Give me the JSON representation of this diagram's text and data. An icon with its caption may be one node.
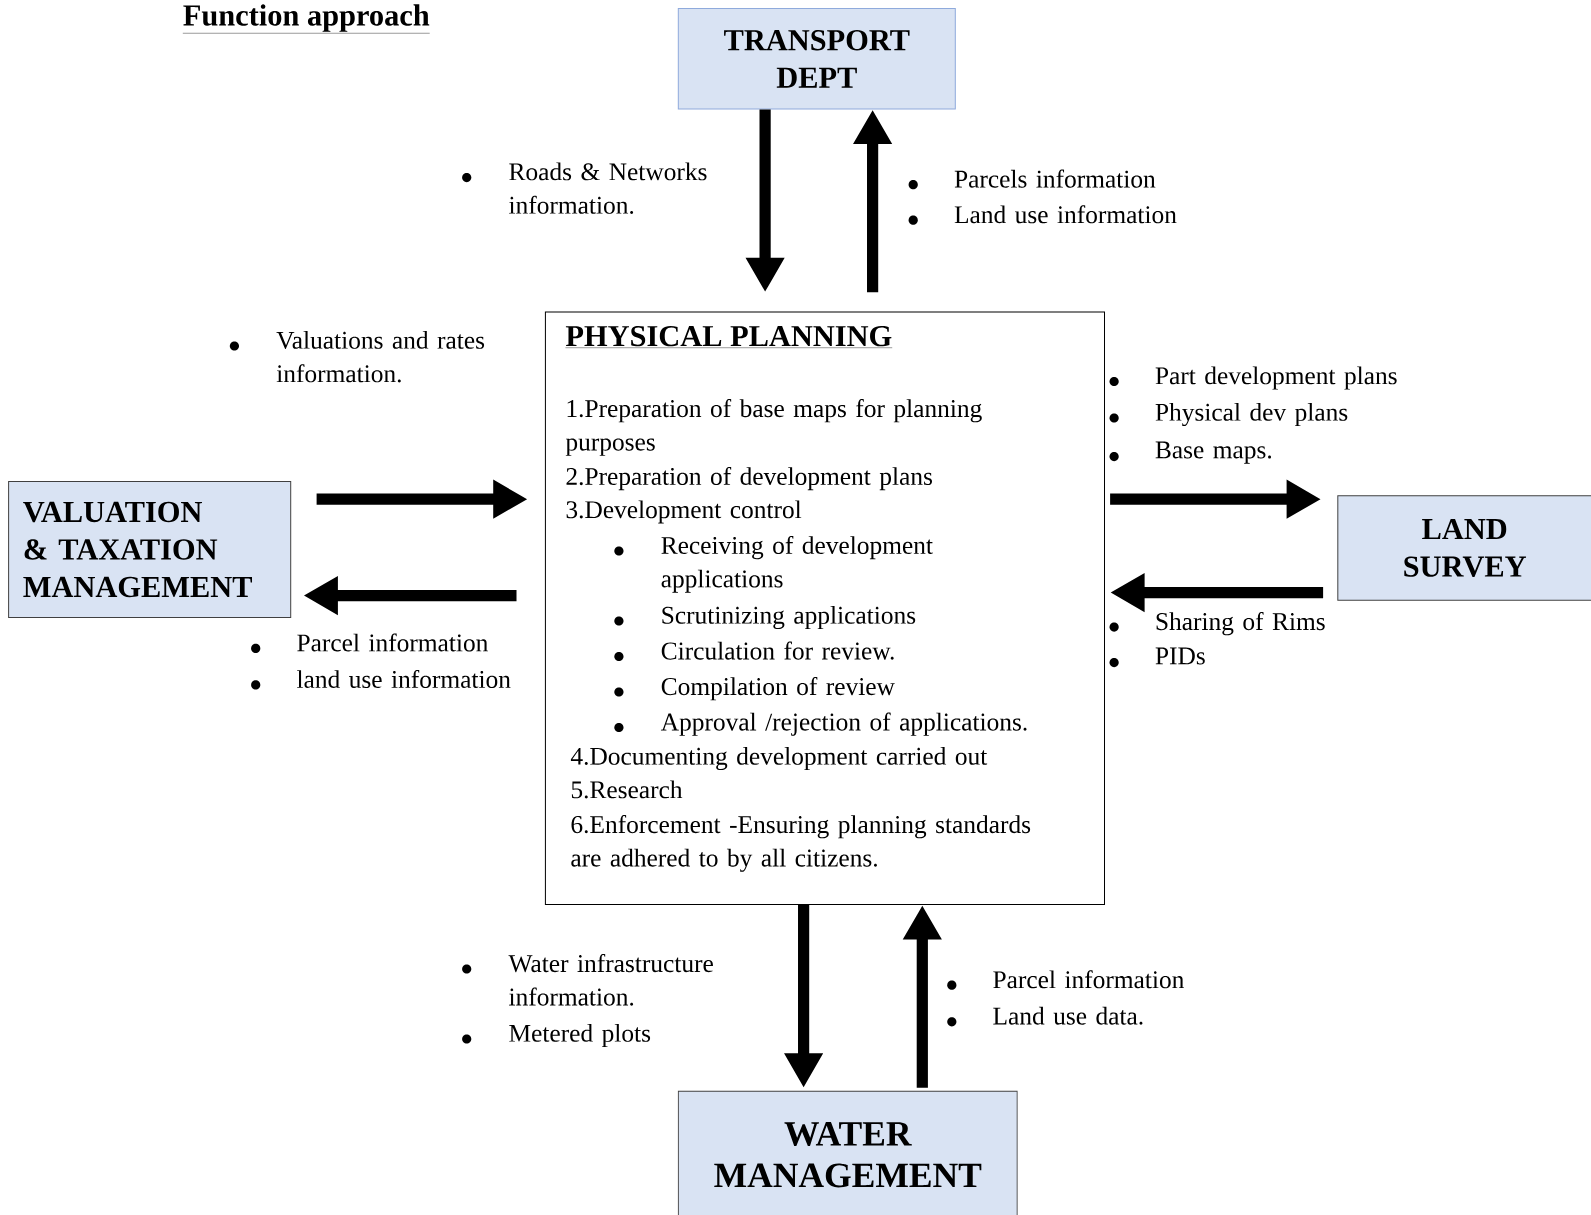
{
  "diagram": {
    "title": "Function approach",
    "nodes": [
      {
        "text": [
          "TRANSPORT DEPT"
        ]
      },
      {
        "text": [
          "PHYSICAL PLANNING",
          "1.Preparation of base maps for planning purposes",
          "2.Preparation of development plans",
          "3.Development control",
          "Receiving of development applications",
          "Scrutinizing applications",
          "Circulation for review.",
          "Compilation of review",
          "Approval /rejection of applications.",
          "4.Documenting development carried out",
          "5.Research",
          "6.Enforcement -Ensuring planning standards are adhered to by all citizens."
        ]
      },
      {
        "text": [
          "VALUATION & TAXATION MANAGEMENT"
        ]
      },
      {
        "text": [
          "LAND SURVEY"
        ]
      },
      {
        "text": [
          "WATER MANAGEMENT"
        ]
      }
    ],
    "edges": [
      {
        "from": 0,
        "to": 1,
        "arrow": "to"
      },
      {
        "from": 1,
        "to": 0,
        "arrow": "to"
      },
      {
        "from": 2,
        "to": 1,
        "arrow": "to"
      },
      {
        "from": 1,
        "to": 2,
        "arrow": "to"
      },
      {
        "from": 1,
        "to": 3,
        "arrow": "to"
      },
      {
        "from": 3,
        "to": 1,
        "arrow": "to"
      },
      {
        "from": 1,
        "to": 4,
        "arrow": "to"
      },
      {
        "from": 4,
        "to": 1,
        "arrow": "to"
      }
    ],
    "labels": [
      "Roads & Networks information.",
      "Parcels information",
      "Land use information",
      "Valuations and rates information.",
      "Parcel information",
      "land use information",
      "Part development plans",
      "Physical dev plans",
      "Base maps.",
      "Sharing of Rims",
      "PIDs",
      "Water infrastructure information.",
      "Metered plots",
      "Parcel information",
      "Land use data."
    ]
  }
}
